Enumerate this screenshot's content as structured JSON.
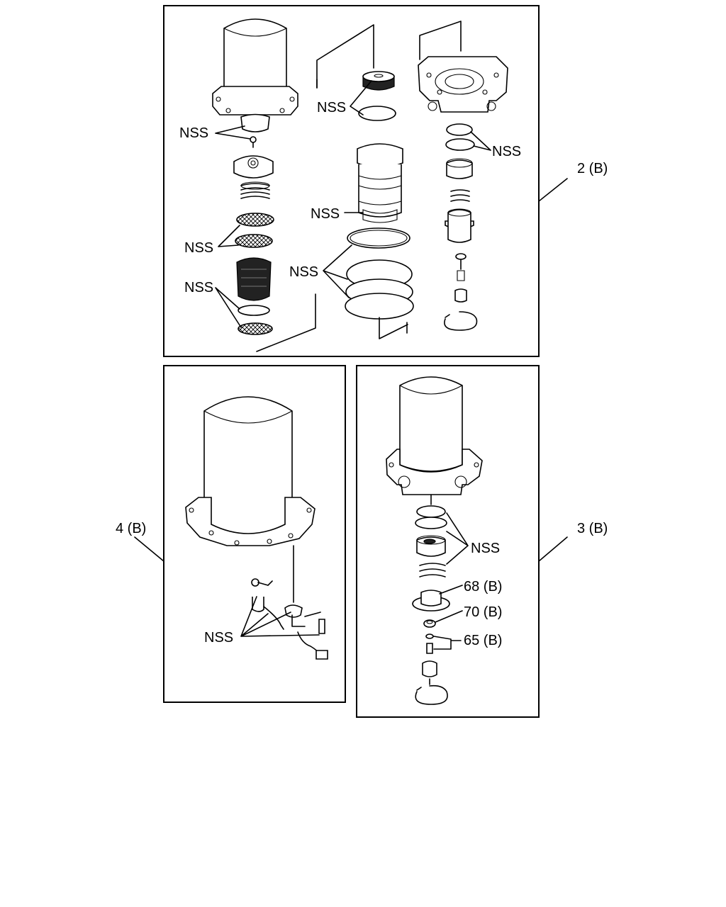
{
  "labels": {
    "nss": "NSS",
    "ref_2b": "2 (B)",
    "ref_3b": "3 (B)",
    "ref_4b": "4 (B)",
    "ref_68b": "68 (B)",
    "ref_70b": "70 (B)",
    "ref_65b": "65 (B)"
  }
}
